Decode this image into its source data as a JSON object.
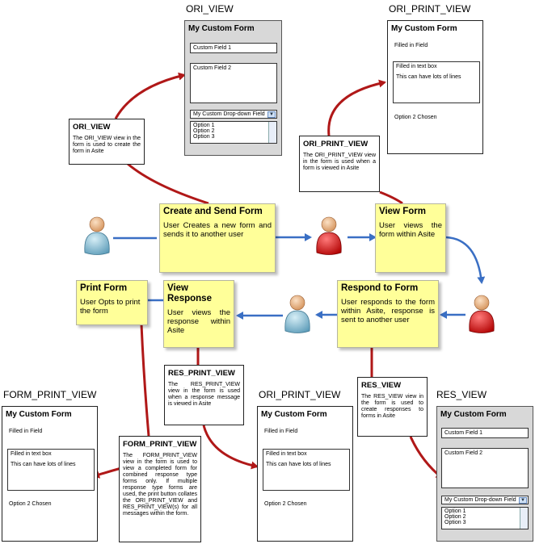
{
  "view_labels": {
    "ori_view": "ORI_VIEW",
    "ori_print_view_top": "ORI_PRINT_VIEW",
    "form_print_view": "FORM_PRINT_VIEW",
    "ori_print_view_bottom": "ORI_PRINT_VIEW",
    "res_view": "RES_VIEW"
  },
  "forms": {
    "ori_view": {
      "title": "My Custom Form",
      "field1": "Custom Field 1",
      "field2": "Custom Field 2",
      "dropdown": "My Custom Drop-down Field",
      "options": [
        "Option 1",
        "Option 2",
        "Option 3"
      ]
    },
    "ori_print_view_top": {
      "title": "My Custom Form",
      "filled_field": "Filled in Field",
      "textbox_line1": "Filled in text box",
      "textbox_line2": "This can have lots of lines",
      "chosen": "Option 2 Chosen"
    },
    "form_print_view": {
      "title": "My Custom Form",
      "filled_field": "Filled in Field",
      "textbox_line1": "Filled in text box",
      "textbox_line2": "This can have lots of lines",
      "chosen": "Option 2 Chosen"
    },
    "ori_print_view_bottom": {
      "title": "My Custom Form",
      "filled_field": "Filled in Field",
      "textbox_line1": "Filled in text box",
      "textbox_line2": "This can have lots of lines",
      "chosen": "Option 2 Chosen"
    },
    "res_view": {
      "title": "My Custom Form",
      "field1": "Custom Field 1",
      "field2": "Custom Field 2",
      "dropdown": "My Custom Drop-down Field",
      "options": [
        "Option 1",
        "Option 2",
        "Option 3"
      ]
    }
  },
  "descriptions": {
    "ori_view": {
      "title": "ORI_VIEW",
      "text": "The ORI_VIEW view in the form is used to create the form in Asite"
    },
    "ori_print_view": {
      "title": "ORI_PRINT_VIEW",
      "text": "The ORI_PRINT_VIEW view in the form is used when a form is viewed in Asite"
    },
    "res_print_view": {
      "title": "RES_PRINT_VIEW",
      "text": "The RES_PRINT_VIEW view in the form is used when a response message is viewed in Asite"
    },
    "res_view": {
      "title": "RES_VIEW",
      "text": "The RES_VIEW view in the form is used to create responses to forms in Asite"
    },
    "form_print_view": {
      "title": "FORM_PRINT_VIEW",
      "text": "The FORM_PRINT_VIEW view in the form is used to view a completed form for combined response type forms only. If multiple response type forms are used, the print button collates the ORI_PRINT_VIEW and RES_PRINT_VIEW(s) for all messages within the form."
    }
  },
  "steps": {
    "create_send": {
      "title": "Create and Send Form",
      "text": "User Creates a new form and sends it to another user"
    },
    "view_form": {
      "title": "View Form",
      "text": "User views the form within Asite"
    },
    "respond": {
      "title": "Respond to Form",
      "text": "User responds to the form within Asite, response is sent to another user"
    },
    "view_response": {
      "title": "View Response",
      "text": "User views the response within Asite"
    },
    "print_form": {
      "title": "Print Form",
      "text": "User Opts to print the form"
    }
  },
  "colors": {
    "flow_arrow": "#3a6fc4",
    "link_arrow": "#b01818",
    "note_fill": "#ffff99",
    "user_blue": "#8fc3d8",
    "user_red": "#e02020"
  },
  "icons": [
    "user-blue-icon",
    "user-red-icon"
  ]
}
